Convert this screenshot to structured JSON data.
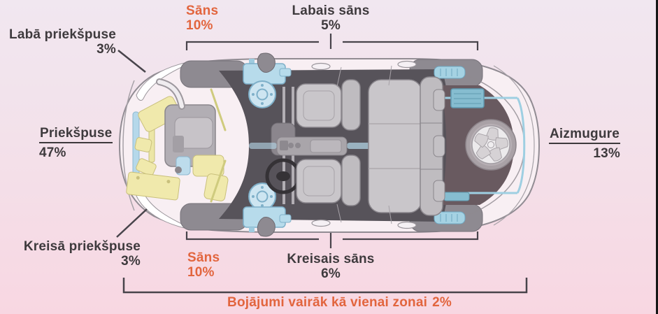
{
  "background": {
    "gradient_top": "#f1e7f0",
    "gradient_bottom": "#f8d7e2",
    "right_edge_bar": "#161616"
  },
  "palette": {
    "label_text": "#3e3a3d",
    "accent_orange": "#e2653e",
    "annotation_line": "#48444b",
    "car_body": "#f8eff3",
    "cabin_dark": "#57535a",
    "trunk_dark": "#695a60",
    "component_yellow": "#f0e9ac",
    "component_blue": "#b7dbeb"
  },
  "zones": {
    "laba_priekspuse": {
      "label": "Labā priekšpuse",
      "value": "3%"
    },
    "sans_top": {
      "label": "Sāns",
      "value": "10%"
    },
    "labais_sans": {
      "label": "Labais sāns",
      "value": "5%"
    },
    "priekspuse": {
      "label": "Priekšpuse",
      "value": "47%"
    },
    "aizmugure": {
      "label": "Aizmugure",
      "value": "13%"
    },
    "kreisa_priekspuse": {
      "label": "Kreisā priekšpuse",
      "value": "3%"
    },
    "sans_bottom": {
      "label": "Sāns",
      "value": "10%"
    },
    "kreisais_sans": {
      "label": "Kreisais sāns",
      "value": "6%"
    },
    "multi_zone": {
      "label": "Bojājumi vairāk kā vienai zonai",
      "value": "2%"
    }
  }
}
